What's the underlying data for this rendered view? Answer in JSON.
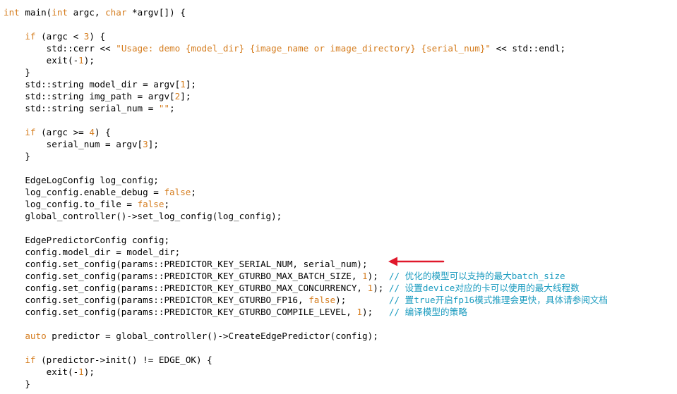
{
  "colors": {
    "background": "#ffffff",
    "text": "#000000",
    "keyword": "#d57d1f",
    "comment": "#1a9bbf",
    "arrow": "#e0182b"
  },
  "annotation": {
    "icon": "red-arrow-icon",
    "points_to_line": 22
  },
  "lines": [
    [
      [
        "kw",
        "int"
      ],
      [
        "t",
        " main("
      ],
      [
        "kw",
        "int"
      ],
      [
        "t",
        " argc, "
      ],
      [
        "kw",
        "char"
      ],
      [
        "t",
        " *argv[]) {"
      ]
    ],
    [],
    [
      [
        "t",
        "    "
      ],
      [
        "kw",
        "if"
      ],
      [
        "t",
        " (argc < "
      ],
      [
        "num",
        "3"
      ],
      [
        "t",
        ") {"
      ]
    ],
    [
      [
        "t",
        "        std::cerr << "
      ],
      [
        "str",
        "\"Usage: demo {model_dir} {image_name or image_directory} {serial_num}\""
      ],
      [
        "t",
        " << std::endl;"
      ]
    ],
    [
      [
        "t",
        "        exit(-"
      ],
      [
        "num",
        "1"
      ],
      [
        "t",
        ");"
      ]
    ],
    [
      [
        "t",
        "    }"
      ]
    ],
    [
      [
        "t",
        "    std::string model_dir = argv["
      ],
      [
        "num",
        "1"
      ],
      [
        "t",
        "];"
      ]
    ],
    [
      [
        "t",
        "    std::string img_path = argv["
      ],
      [
        "num",
        "2"
      ],
      [
        "t",
        "];"
      ]
    ],
    [
      [
        "t",
        "    std::string serial_num = "
      ],
      [
        "str",
        "\"\""
      ],
      [
        "t",
        ";"
      ]
    ],
    [],
    [
      [
        "t",
        "    "
      ],
      [
        "kw",
        "if"
      ],
      [
        "t",
        " (argc >= "
      ],
      [
        "num",
        "4"
      ],
      [
        "t",
        ") {"
      ]
    ],
    [
      [
        "t",
        "        serial_num = argv["
      ],
      [
        "num",
        "3"
      ],
      [
        "t",
        "];"
      ]
    ],
    [
      [
        "t",
        "    }"
      ]
    ],
    [],
    [
      [
        "t",
        "    EdgeLogConfig log_config;"
      ]
    ],
    [
      [
        "t",
        "    log_config.enable_debug = "
      ],
      [
        "kw",
        "false"
      ],
      [
        "t",
        ";"
      ]
    ],
    [
      [
        "t",
        "    log_config.to_file = "
      ],
      [
        "kw",
        "false"
      ],
      [
        "t",
        ";"
      ]
    ],
    [
      [
        "t",
        "    global_controller()->set_log_config(log_config);"
      ]
    ],
    [],
    [
      [
        "t",
        "    EdgePredictorConfig config;"
      ]
    ],
    [
      [
        "t",
        "    config.model_dir = model_dir;"
      ]
    ],
    [
      [
        "t",
        "    config.set_config(params::PREDICTOR_KEY_SERIAL_NUM, serial_num);"
      ]
    ],
    [
      [
        "t",
        "    config.set_config(params::PREDICTOR_KEY_GTURBO_MAX_BATCH_SIZE, "
      ],
      [
        "num",
        "1"
      ],
      [
        "t",
        ");  "
      ],
      [
        "cm",
        "// 优化的模型可以支持的最大batch_size"
      ]
    ],
    [
      [
        "t",
        "    config.set_config(params::PREDICTOR_KEY_GTURBO_MAX_CONCURRENCY, "
      ],
      [
        "num",
        "1"
      ],
      [
        "t",
        "); "
      ],
      [
        "cm",
        "// 设置device对应的卡可以使用的最大线程数"
      ]
    ],
    [
      [
        "t",
        "    config.set_config(params::PREDICTOR_KEY_GTURBO_FP16, "
      ],
      [
        "kw",
        "false"
      ],
      [
        "t",
        ");        "
      ],
      [
        "cm",
        "// 置true开启fp16模式推理会更快，具体请参阅文档"
      ]
    ],
    [
      [
        "t",
        "    config.set_config(params::PREDICTOR_KEY_GTURBO_COMPILE_LEVEL, "
      ],
      [
        "num",
        "1"
      ],
      [
        "t",
        ");   "
      ],
      [
        "cm",
        "// 编译模型的策略"
      ]
    ],
    [],
    [
      [
        "t",
        "    "
      ],
      [
        "kw",
        "auto"
      ],
      [
        "t",
        " predictor = global_controller()->CreateEdgePredictor(config);"
      ]
    ],
    [],
    [
      [
        "t",
        "    "
      ],
      [
        "kw",
        "if"
      ],
      [
        "t",
        " (predictor->init() != EDGE_OK) {"
      ]
    ],
    [
      [
        "t",
        "        exit(-"
      ],
      [
        "num",
        "1"
      ],
      [
        "t",
        ");"
      ]
    ],
    [
      [
        "t",
        "    }"
      ]
    ]
  ]
}
